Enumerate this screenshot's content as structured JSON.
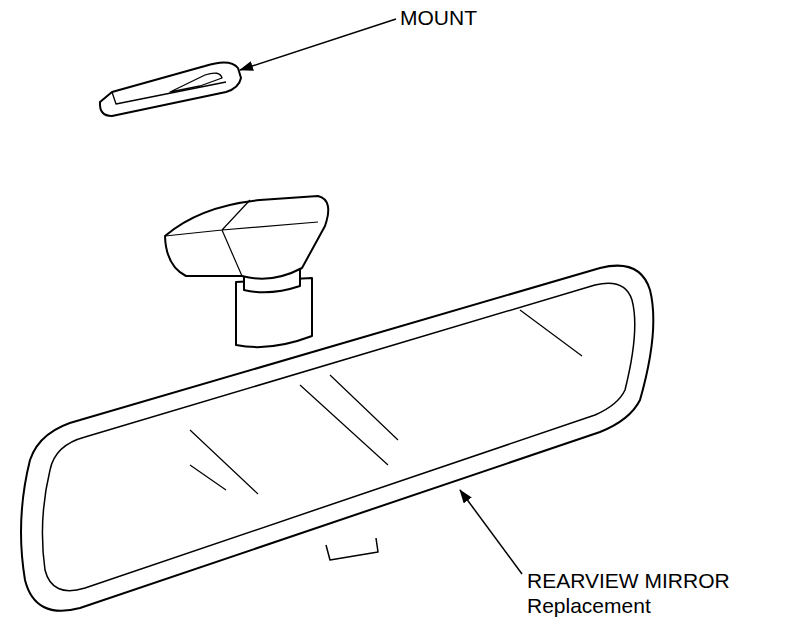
{
  "diagram": {
    "labels": [
      "MOUNT",
      "REARVIEW MIRROR",
      "Replacement"
    ]
  }
}
